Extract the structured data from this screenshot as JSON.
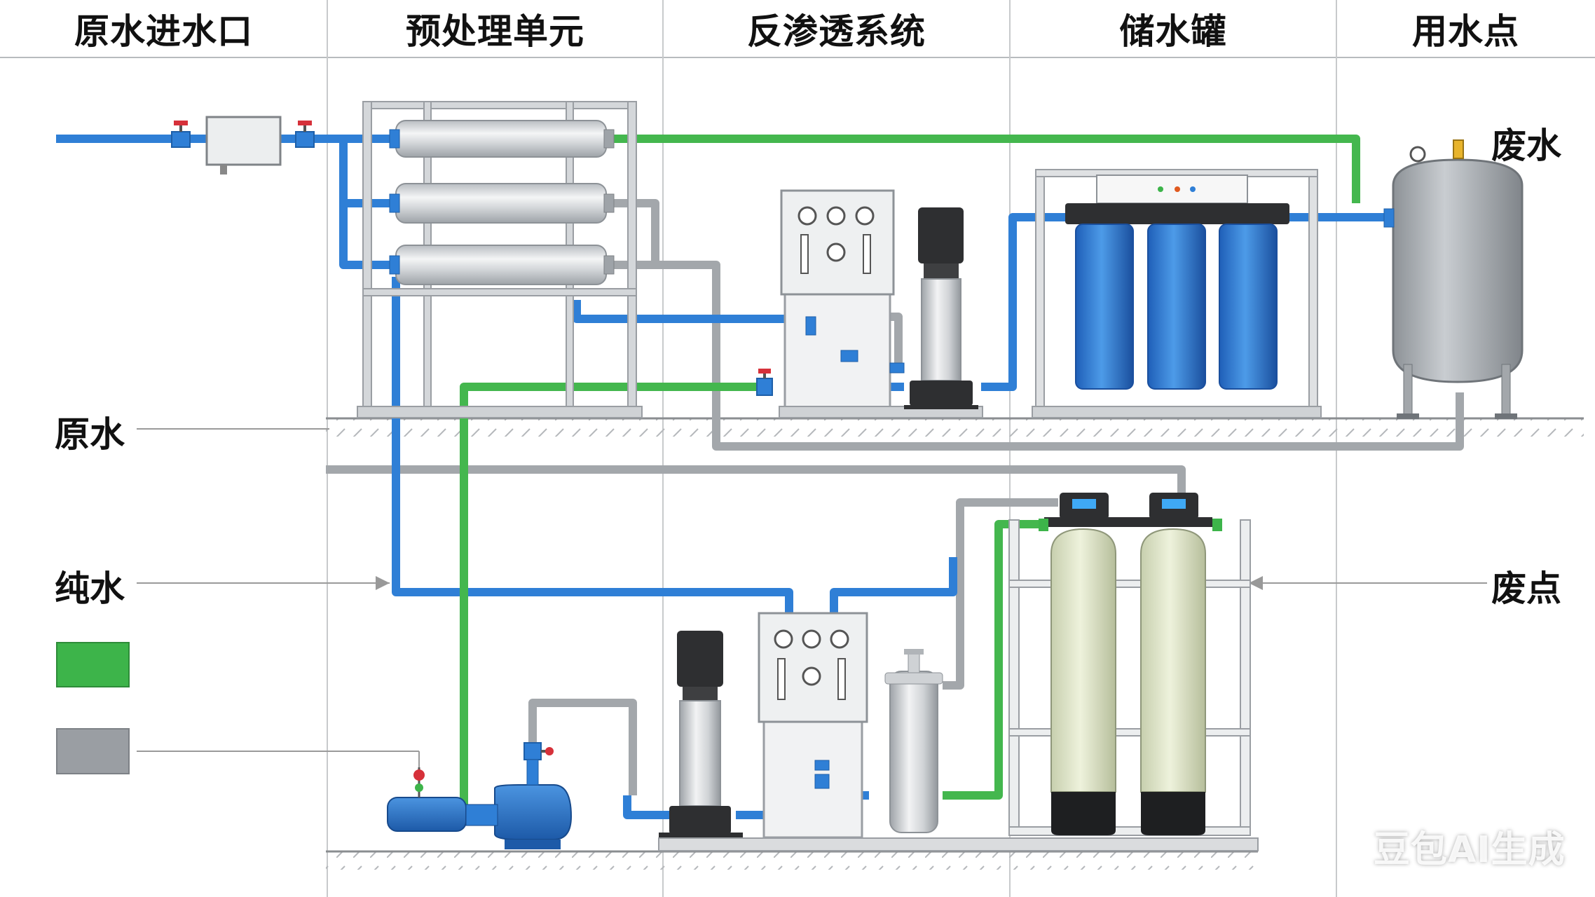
{
  "columns": [
    "原水进水口",
    "预处理单元",
    "反渗透系统",
    "储水罐",
    "用水点"
  ],
  "left_labels": {
    "raw_water": "原水",
    "pure_water": "纯水"
  },
  "right_labels": {
    "waste_water": "废水",
    "waste_point": "废点"
  },
  "legend": [
    {
      "name": "green-swatch",
      "color": "#3db44a"
    },
    {
      "name": "gray-swatch",
      "color": "#9a9ea3"
    }
  ],
  "colors": {
    "raw_pipe": "#2f7fd6",
    "pure_pipe": "#44b74e",
    "waste_pipe": "#a3a7ab",
    "valve": "#d6313a"
  },
  "watermark": "豆包AI生成"
}
